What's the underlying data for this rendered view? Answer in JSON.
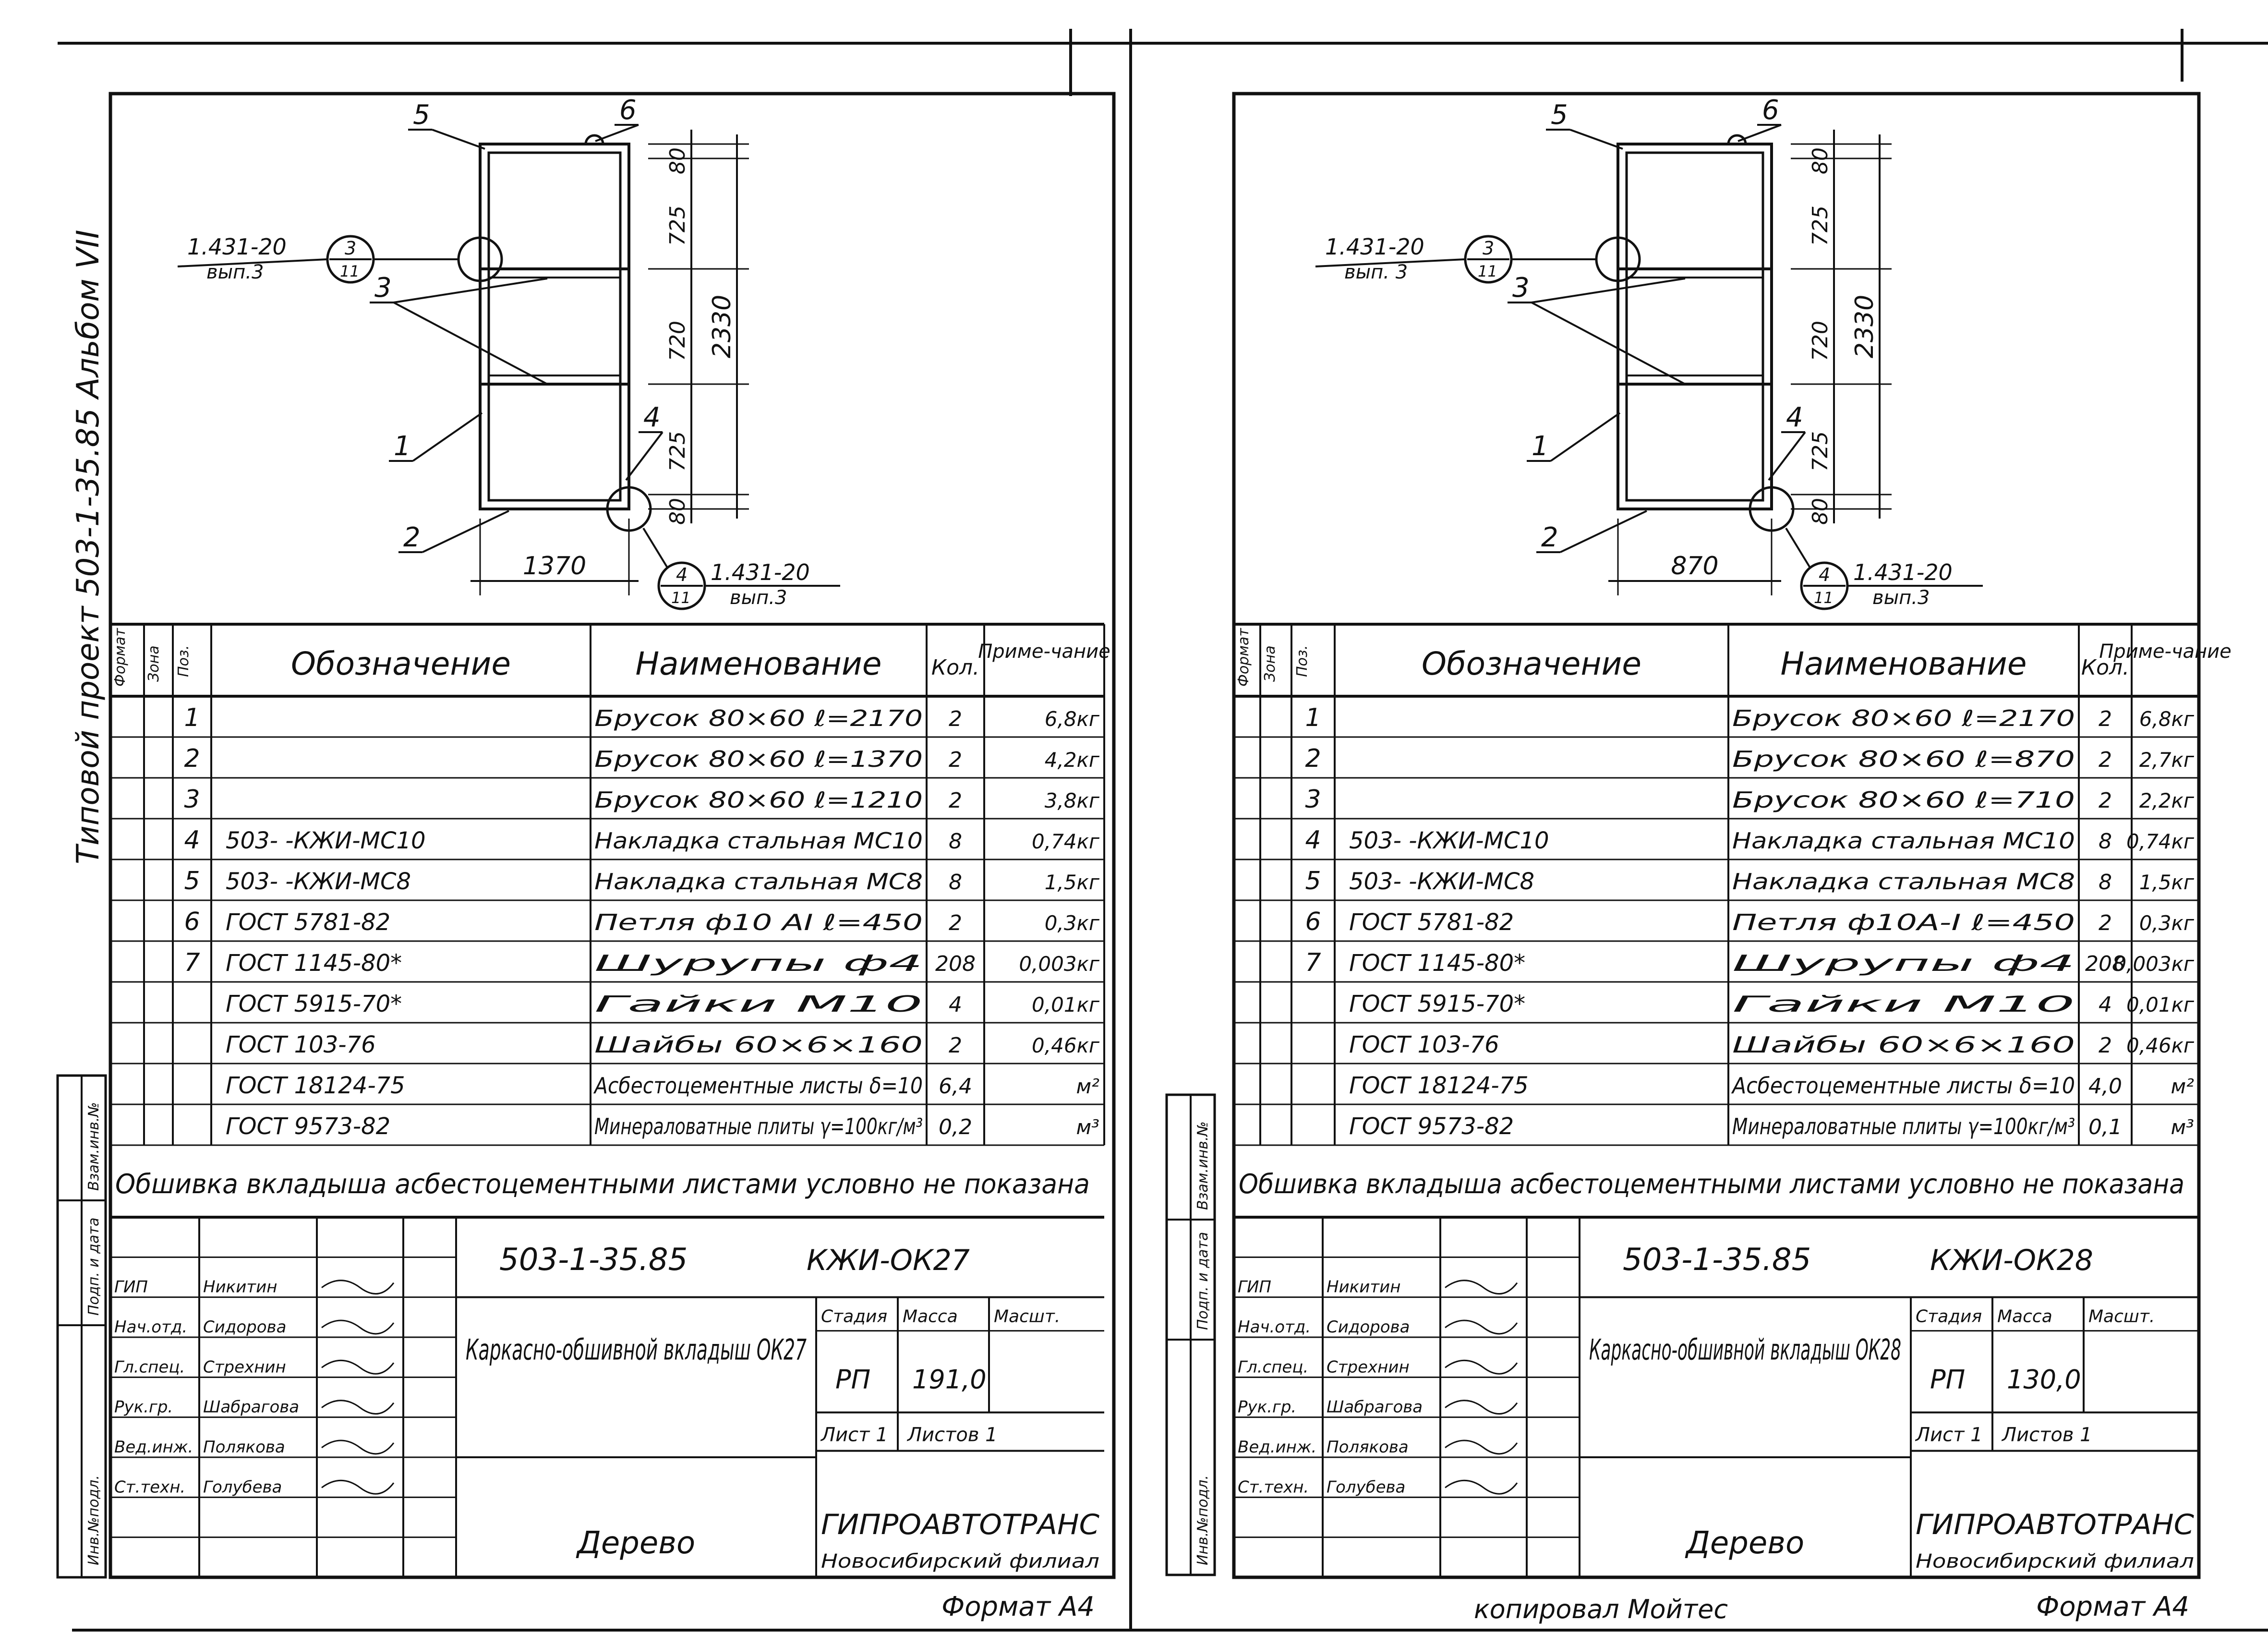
{
  "album_side_text": "Типовой проект 503-1-35.85 Альбом VII",
  "left_margin_labels": [
    "Инв.№подл.",
    "Подп. и дата",
    "Взам.инв.№"
  ],
  "sheets": [
    {
      "drawing": {
        "callout_top_ref": "1.431-20",
        "callout_top_issue": "вып.3",
        "callout_top_node": "3",
        "callout_top_sheet": "11",
        "callout_bottom_ref": "1.431-20",
        "callout_bottom_issue": "вып.3",
        "callout_bottom_node": "4",
        "callout_bottom_sheet": "11",
        "width_dim": "1370",
        "height_dim": "2330",
        "dims_vertical": [
          "80",
          "725",
          "720",
          "725",
          "80"
        ],
        "leader_labels": [
          "1",
          "2",
          "3",
          "4",
          "5",
          "6"
        ]
      },
      "table": {
        "headers": [
          "Формат",
          "Зона",
          "Поз.",
          "Обозначение",
          "Наименование",
          "Кол.",
          "Приме-чание"
        ],
        "rows": [
          [
            "1",
            "",
            "Брусок 80×60 ℓ=2170",
            "2",
            "6,8кг"
          ],
          [
            "2",
            "",
            "Брусок 80×60 ℓ=1370",
            "2",
            "4,2кг"
          ],
          [
            "3",
            "",
            "Брусок 80×60 ℓ=1210",
            "2",
            "3,8кг"
          ],
          [
            "4",
            "503- -КЖИ-МС10",
            "Накладка стальная МС10",
            "8",
            "0,74кг"
          ],
          [
            "5",
            "503- -КЖИ-МС8",
            "Накладка стальная МС8",
            "8",
            "1,5кг"
          ],
          [
            "6",
            "ГОСТ 5781-82",
            "Петля ф10 АI ℓ=450",
            "2",
            "0,3кг"
          ],
          [
            "7",
            "ГОСТ 1145-80*",
            "Шурупы ф4",
            "208",
            "0,003кг"
          ],
          [
            "",
            "ГОСТ 5915-70*",
            "Гайки М10",
            "4",
            "0,01кг"
          ],
          [
            "",
            "ГОСТ 103-76",
            "Шайбы 60×6×160",
            "2",
            "0,46кг"
          ],
          [
            "",
            "ГОСТ 18124-75",
            "Асбестоцементные листы δ=10",
            "6,4",
            "м²"
          ],
          [
            "",
            "ГОСТ 9573-82",
            "Минераловатные плиты γ=100кг/м³",
            "0,2",
            "м³"
          ]
        ]
      },
      "note": "Обшивка вкладыша асбестоцементными листами условно не показана",
      "stamp": {
        "roles": [
          "ГИП",
          "Нач.отд.",
          "Гл.спец.",
          "Рук.гр.",
          "Вед.инж.",
          "Ст.техн."
        ],
        "names": [
          "Никитин",
          "Сидорова",
          "Стрехнин",
          "Шабрагова",
          "Полякова",
          "Голубева"
        ],
        "doc_code": "503-1-35.85",
        "mark": "КЖИ-ОК27",
        "title": "Каркасно-обшивной вкладыш ОК27",
        "stage_hdr": "Стадия",
        "mass_hdr": "Масса",
        "scale_hdr": "Масшт.",
        "stage": "РП",
        "mass": "191,0",
        "sheet_label": "Лист 1",
        "sheets_label": "Листов 1",
        "material": "Дерево",
        "org": "ГИПРОАВТОТРАНС",
        "branch": "Новосибирский филиал"
      },
      "format": "Формат А4"
    },
    {
      "drawing": {
        "callout_top_ref": "1.431-20",
        "callout_top_issue": "вып. 3",
        "callout_top_node": "3",
        "callout_top_sheet": "11",
        "callout_bottom_ref": "1.431-20",
        "callout_bottom_issue": "вып.3",
        "callout_bottom_node": "4",
        "callout_bottom_sheet": "11",
        "width_dim": "870",
        "height_dim": "2330",
        "dims_vertical": [
          "80",
          "725",
          "720",
          "725",
          "80"
        ],
        "leader_labels": [
          "1",
          "2",
          "3",
          "4",
          "5",
          "6"
        ]
      },
      "table": {
        "headers": [
          "Формат",
          "Зона",
          "Поз.",
          "Обозначение",
          "Наименование",
          "Кол.",
          "Приме-чание"
        ],
        "rows": [
          [
            "1",
            "",
            "Брусок 80×60 ℓ=2170",
            "2",
            "6,8кг"
          ],
          [
            "2",
            "",
            "Брусок 80×60 ℓ=870",
            "2",
            "2,7кг"
          ],
          [
            "3",
            "",
            "Брусок 80×60 ℓ=710",
            "2",
            "2,2кг"
          ],
          [
            "4",
            "503- -КЖИ-МС10",
            "Накладка стальная МС10",
            "8",
            "0,74кг"
          ],
          [
            "5",
            "503- -КЖИ-МС8",
            "Накладка стальная МС8",
            "8",
            "1,5кг"
          ],
          [
            "6",
            "ГОСТ 5781-82",
            "Петля ф10А-I ℓ=450",
            "2",
            "0,3кг"
          ],
          [
            "7",
            "ГОСТ 1145-80*",
            "Шурупы ф4",
            "208",
            "0,003кг"
          ],
          [
            "",
            "ГОСТ 5915-70*",
            "Гайки М10",
            "4",
            "0,01кг"
          ],
          [
            "",
            "ГОСТ 103-76",
            "Шайбы 60×6×160",
            "2",
            "0,46кг"
          ],
          [
            "",
            "ГОСТ 18124-75",
            "Асбестоцементные листы δ=10",
            "4,0",
            "м²"
          ],
          [
            "",
            "ГОСТ 9573-82",
            "Минераловатные плиты γ=100кг/м³",
            "0,1",
            "м³"
          ]
        ]
      },
      "note": "Обшивка вкладыша асбестоцементными листами условно не показана",
      "stamp": {
        "roles": [
          "ГИП",
          "Нач.отд.",
          "Гл.спец.",
          "Рук.гр.",
          "Вед.инж.",
          "Ст.техн."
        ],
        "names": [
          "Никитин",
          "Сидорова",
          "Стрехнин",
          "Шабрагова",
          "Полякова",
          "Голубева"
        ],
        "doc_code": "503-1-35.85",
        "mark": "КЖИ-ОК28",
        "title": "Каркасно-обшивной вкладыш ОК28",
        "stage_hdr": "Стадия",
        "mass_hdr": "Масса",
        "scale_hdr": "Масшт.",
        "stage": "РП",
        "mass": "130,0",
        "sheet_label": "Лист 1",
        "sheets_label": "Листов 1",
        "material": "Дерево",
        "org": "ГИПРОАВТОТРАНС",
        "branch": "Новосибирский филиал"
      },
      "format": "Формат А4",
      "copied_by": "копировал Мойтес"
    }
  ]
}
